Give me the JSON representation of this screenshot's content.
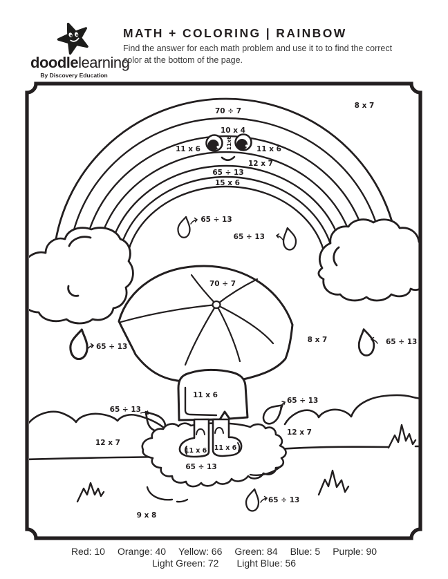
{
  "header": {
    "logo": {
      "brand_bold": "doodle",
      "brand_regular": "learning",
      "tagline": "By Discovery Education"
    },
    "title": "MATH + COLORING  |  RAINBOW",
    "instructions_line1": "Find the answer for each math problem and use it to to find the correct",
    "instructions_line2": "color at the bottom of the page."
  },
  "problems": {
    "rainbow_band1": "70 ÷ 7",
    "rainbow_band2": "10 x 4",
    "rainbow_band3_left": "11 x 6",
    "rainbow_band3_center": "11x6",
    "rainbow_band3_right": "11 x 6",
    "rainbow_band4": "12 x 7",
    "rainbow_band5": "65 ÷ 13",
    "rainbow_band6": "15 x 6",
    "sky_top_right": "8 x 7",
    "sky_mid_right": "8 x 7",
    "umbrella": "70 ÷ 7",
    "raincoat": "11 x 6",
    "boot_left": "11 x 6",
    "boot_right": "11 x 6",
    "puddle": "65 ÷ 13",
    "hill_left": "12 x 7",
    "hill_right": "12 x 7",
    "ground": "9 x 8",
    "raindrop_1": "65 ÷ 13",
    "raindrop_2": "65 ÷ 13",
    "raindrop_3": "65 ÷ 13",
    "raindrop_4": "65 ÷ 13",
    "raindrop_5": "65 ÷ 13",
    "raindrop_6": "65 ÷ 13",
    "raindrop_7": "65 ÷ 13"
  },
  "color_key": {
    "row1": [
      "Red: 10",
      "Orange: 40",
      "Yellow: 66",
      "Green: 84",
      "Blue: 5",
      "Purple: 90"
    ],
    "row2": [
      "Light Green: 72",
      "Light Blue: 56"
    ]
  },
  "colors": {
    "ink": "#231f20",
    "paper": "#ffffff"
  }
}
